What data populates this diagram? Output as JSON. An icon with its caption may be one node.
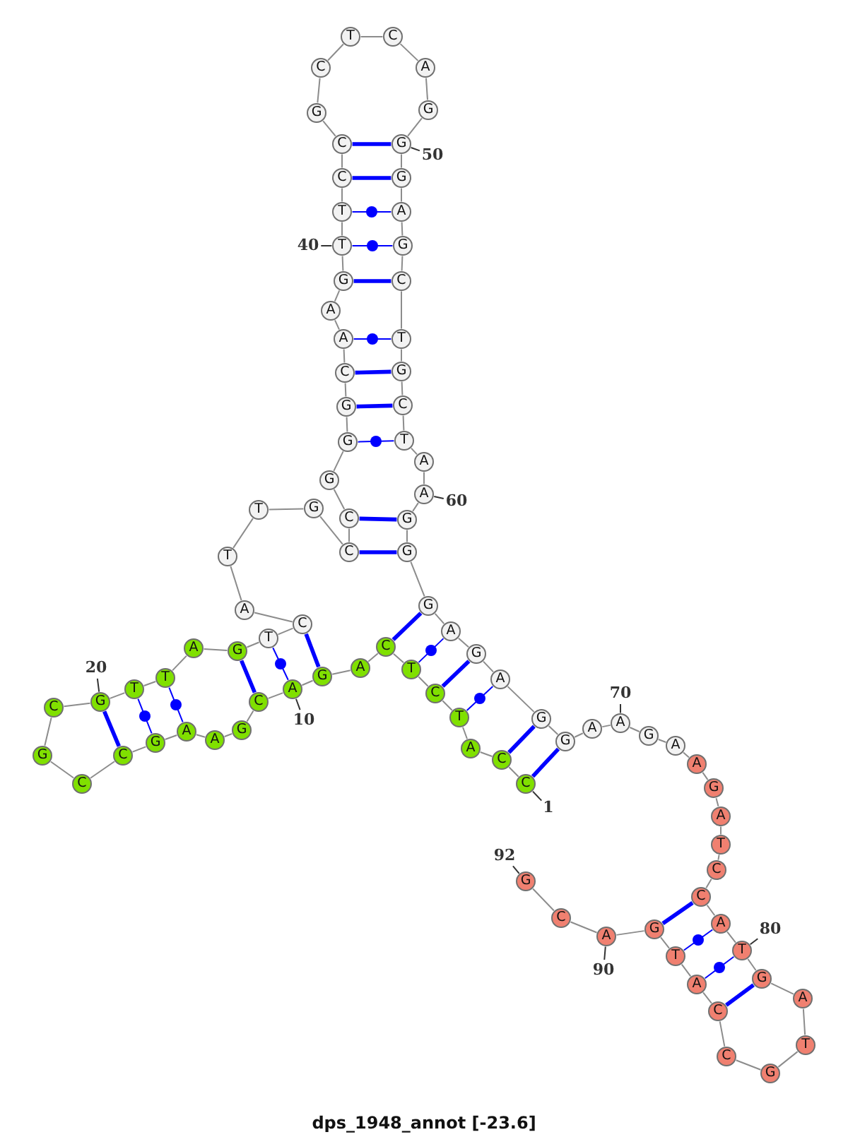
{
  "diagram": {
    "caption": "dps_1948_annot [-23.6]",
    "nodes": [
      {
        "text": [
          "C"
        ]
      },
      {
        "text": [
          "C"
        ]
      },
      {
        "text": [
          "A"
        ]
      },
      {
        "text": [
          "T"
        ]
      },
      {
        "text": [
          "C"
        ]
      },
      {
        "text": [
          "T"
        ]
      },
      {
        "text": [
          "C"
        ]
      },
      {
        "text": [
          "A"
        ]
      },
      {
        "text": [
          "G"
        ]
      },
      {
        "text": [
          "A"
        ]
      },
      {
        "text": [
          "C"
        ]
      },
      {
        "text": [
          "G"
        ]
      },
      {
        "text": [
          "A"
        ]
      },
      {
        "text": [
          "A"
        ]
      },
      {
        "text": [
          "G"
        ]
      },
      {
        "text": [
          "C"
        ]
      },
      {
        "text": [
          "C"
        ]
      },
      {
        "text": [
          "G"
        ]
      },
      {
        "text": [
          "C"
        ]
      },
      {
        "text": [
          "G"
        ]
      },
      {
        "text": [
          "T"
        ]
      },
      {
        "text": [
          "T"
        ]
      },
      {
        "text": [
          "A"
        ]
      },
      {
        "text": [
          "G"
        ]
      },
      {
        "text": [
          "T"
        ]
      },
      {
        "text": [
          "C"
        ]
      },
      {
        "text": [
          "A"
        ]
      },
      {
        "text": [
          "T"
        ]
      },
      {
        "text": [
          "T"
        ]
      },
      {
        "text": [
          "G"
        ]
      },
      {
        "text": [
          "C"
        ]
      },
      {
        "text": [
          "C"
        ]
      },
      {
        "text": [
          "G"
        ]
      },
      {
        "text": [
          "G"
        ]
      },
      {
        "text": [
          "G"
        ]
      },
      {
        "text": [
          "C"
        ]
      },
      {
        "text": [
          "A"
        ]
      },
      {
        "text": [
          "A"
        ]
      },
      {
        "text": [
          "G"
        ]
      },
      {
        "text": [
          "T"
        ]
      },
      {
        "text": [
          "T"
        ]
      },
      {
        "text": [
          "C"
        ]
      },
      {
        "text": [
          "C"
        ]
      },
      {
        "text": [
          "G"
        ]
      },
      {
        "text": [
          "C"
        ]
      },
      {
        "text": [
          "T"
        ]
      },
      {
        "text": [
          "C"
        ]
      },
      {
        "text": [
          "A"
        ]
      },
      {
        "text": [
          "G"
        ]
      },
      {
        "text": [
          "G"
        ]
      },
      {
        "text": [
          "G"
        ]
      },
      {
        "text": [
          "A"
        ]
      },
      {
        "text": [
          "G"
        ]
      },
      {
        "text": [
          "C"
        ]
      },
      {
        "text": [
          "T"
        ]
      },
      {
        "text": [
          "G"
        ]
      },
      {
        "text": [
          "C"
        ]
      },
      {
        "text": [
          "T"
        ]
      },
      {
        "text": [
          "A"
        ]
      },
      {
        "text": [
          "A"
        ]
      },
      {
        "text": [
          "G"
        ]
      },
      {
        "text": [
          "G"
        ]
      },
      {
        "text": [
          "G"
        ]
      },
      {
        "text": [
          "A"
        ]
      },
      {
        "text": [
          "G"
        ]
      },
      {
        "text": [
          "A"
        ]
      },
      {
        "text": [
          "G"
        ]
      },
      {
        "text": [
          "G"
        ]
      },
      {
        "text": [
          "A"
        ]
      },
      {
        "text": [
          "A"
        ]
      },
      {
        "text": [
          "G"
        ]
      },
      {
        "text": [
          "A"
        ]
      },
      {
        "text": [
          "A"
        ]
      },
      {
        "text": [
          "G"
        ]
      },
      {
        "text": [
          "A"
        ]
      },
      {
        "text": [
          "T"
        ]
      },
      {
        "text": [
          "C"
        ]
      },
      {
        "text": [
          "C"
        ]
      },
      {
        "text": [
          "A"
        ]
      },
      {
        "text": [
          "T"
        ]
      },
      {
        "text": [
          "G"
        ]
      },
      {
        "text": [
          "A"
        ]
      },
      {
        "text": [
          "T"
        ]
      },
      {
        "text": [
          "G"
        ]
      },
      {
        "text": [
          "C"
        ]
      },
      {
        "text": [
          "C"
        ]
      },
      {
        "text": [
          "A"
        ]
      },
      {
        "text": [
          "T"
        ]
      },
      {
        "text": [
          "G"
        ]
      },
      {
        "text": [
          "A"
        ]
      },
      {
        "text": [
          "C"
        ]
      },
      {
        "text": [
          "G"
        ]
      },
      {
        "text": [
          "1"
        ]
      },
      {
        "text": [
          "10"
        ]
      },
      {
        "text": [
          "20"
        ]
      },
      {
        "text": [
          "40"
        ]
      },
      {
        "text": [
          "50"
        ]
      },
      {
        "text": [
          "60"
        ]
      },
      {
        "text": [
          "70"
        ]
      },
      {
        "text": [
          "80"
        ]
      },
      {
        "text": [
          "90"
        ]
      },
      {
        "text": [
          "92"
        ]
      }
    ],
    "edges": [
      {
        "from": 0,
        "to": 1,
        "arrow": "none"
      },
      {
        "from": 1,
        "to": 2,
        "arrow": "none"
      },
      {
        "from": 2,
        "to": 3,
        "arrow": "none"
      },
      {
        "from": 3,
        "to": 4,
        "arrow": "none"
      },
      {
        "from": 4,
        "to": 5,
        "arrow": "none"
      },
      {
        "from": 5,
        "to": 6,
        "arrow": "none"
      },
      {
        "from": 6,
        "to": 7,
        "arrow": "none"
      },
      {
        "from": 7,
        "to": 8,
        "arrow": "none"
      },
      {
        "from": 8,
        "to": 9,
        "arrow": "none"
      },
      {
        "from": 9,
        "to": 10,
        "arrow": "none"
      },
      {
        "from": 10,
        "to": 11,
        "arrow": "none"
      },
      {
        "from": 11,
        "to": 12,
        "arrow": "none"
      },
      {
        "from": 12,
        "to": 13,
        "arrow": "none"
      },
      {
        "from": 13,
        "to": 14,
        "arrow": "none"
      },
      {
        "from": 14,
        "to": 15,
        "arrow": "none"
      },
      {
        "from": 15,
        "to": 16,
        "arrow": "none"
      },
      {
        "from": 16,
        "to": 17,
        "arrow": "none"
      },
      {
        "from": 17,
        "to": 18,
        "arrow": "none"
      },
      {
        "from": 18,
        "to": 19,
        "arrow": "none"
      },
      {
        "from": 19,
        "to": 20,
        "arrow": "none"
      },
      {
        "from": 20,
        "to": 21,
        "arrow": "none"
      },
      {
        "from": 21,
        "to": 22,
        "arrow": "none"
      },
      {
        "from": 22,
        "to": 23,
        "arrow": "none"
      },
      {
        "from": 23,
        "to": 24,
        "arrow": "none"
      },
      {
        "from": 24,
        "to": 25,
        "arrow": "none"
      },
      {
        "from": 25,
        "to": 26,
        "arrow": "none"
      },
      {
        "from": 26,
        "to": 27,
        "arrow": "none"
      },
      {
        "from": 27,
        "to": 28,
        "arrow": "none"
      },
      {
        "from": 28,
        "to": 29,
        "arrow": "none"
      },
      {
        "from": 29,
        "to": 30,
        "arrow": "none"
      },
      {
        "from": 30,
        "to": 31,
        "arrow": "none"
      },
      {
        "from": 31,
        "to": 32,
        "arrow": "none"
      },
      {
        "from": 32,
        "to": 33,
        "arrow": "none"
      },
      {
        "from": 33,
        "to": 34,
        "arrow": "none"
      },
      {
        "from": 34,
        "to": 35,
        "arrow": "none"
      },
      {
        "from": 35,
        "to": 36,
        "arrow": "none"
      },
      {
        "from": 36,
        "to": 37,
        "arrow": "none"
      },
      {
        "from": 37,
        "to": 38,
        "arrow": "none"
      },
      {
        "from": 38,
        "to": 39,
        "arrow": "none"
      },
      {
        "from": 39,
        "to": 40,
        "arrow": "none"
      },
      {
        "from": 40,
        "to": 41,
        "arrow": "none"
      },
      {
        "from": 41,
        "to": 42,
        "arrow": "none"
      },
      {
        "from": 42,
        "to": 43,
        "arrow": "none"
      },
      {
        "from": 43,
        "to": 44,
        "arrow": "none"
      },
      {
        "from": 44,
        "to": 45,
        "arrow": "none"
      },
      {
        "from": 45,
        "to": 46,
        "arrow": "none"
      },
      {
        "from": 46,
        "to": 47,
        "arrow": "none"
      },
      {
        "from": 47,
        "to": 48,
        "arrow": "none"
      },
      {
        "from": 48,
        "to": 49,
        "arrow": "none"
      },
      {
        "from": 49,
        "to": 50,
        "arrow": "none"
      },
      {
        "from": 50,
        "to": 51,
        "arrow": "none"
      },
      {
        "from": 51,
        "to": 52,
        "arrow": "none"
      },
      {
        "from": 52,
        "to": 53,
        "arrow": "none"
      },
      {
        "from": 53,
        "to": 54,
        "arrow": "none"
      },
      {
        "from": 54,
        "to": 55,
        "arrow": "none"
      },
      {
        "from": 55,
        "to": 56,
        "arrow": "none"
      },
      {
        "from": 56,
        "to": 57,
        "arrow": "none"
      },
      {
        "from": 57,
        "to": 58,
        "arrow": "none"
      },
      {
        "from": 58,
        "to": 59,
        "arrow": "none"
      },
      {
        "from": 59,
        "to": 60,
        "arrow": "none"
      },
      {
        "from": 60,
        "to": 61,
        "arrow": "none"
      },
      {
        "from": 61,
        "to": 62,
        "arrow": "none"
      },
      {
        "from": 62,
        "to": 63,
        "arrow": "none"
      },
      {
        "from": 63,
        "to": 64,
        "arrow": "none"
      },
      {
        "from": 64,
        "to": 65,
        "arrow": "none"
      },
      {
        "from": 65,
        "to": 66,
        "arrow": "none"
      },
      {
        "from": 66,
        "to": 67,
        "arrow": "none"
      },
      {
        "from": 67,
        "to": 68,
        "arrow": "none"
      },
      {
        "from": 68,
        "to": 69,
        "arrow": "none"
      },
      {
        "from": 69,
        "to": 70,
        "arrow": "none"
      },
      {
        "from": 70,
        "to": 71,
        "arrow": "none"
      },
      {
        "from": 71,
        "to": 72,
        "arrow": "none"
      },
      {
        "from": 72,
        "to": 73,
        "arrow": "none"
      },
      {
        "from": 73,
        "to": 74,
        "arrow": "none"
      },
      {
        "from": 74,
        "to": 75,
        "arrow": "none"
      },
      {
        "from": 75,
        "to": 76,
        "arrow": "none"
      },
      {
        "from": 76,
        "to": 77,
        "arrow": "none"
      },
      {
        "from": 77,
        "to": 78,
        "arrow": "none"
      },
      {
        "from": 78,
        "to": 79,
        "arrow": "none"
      },
      {
        "from": 79,
        "to": 80,
        "arrow": "none"
      },
      {
        "from": 80,
        "to": 81,
        "arrow": "none"
      },
      {
        "from": 81,
        "to": 82,
        "arrow": "none"
      },
      {
        "from": 82,
        "to": 83,
        "arrow": "none"
      },
      {
        "from": 83,
        "to": 84,
        "arrow": "none"
      },
      {
        "from": 84,
        "to": 85,
        "arrow": "none"
      },
      {
        "from": 85,
        "to": 86,
        "arrow": "none"
      },
      {
        "from": 86,
        "to": 87,
        "arrow": "none"
      },
      {
        "from": 87,
        "to": 88,
        "arrow": "none"
      },
      {
        "from": 88,
        "to": 89,
        "arrow": "none"
      },
      {
        "from": 89,
        "to": 90,
        "arrow": "none"
      },
      {
        "from": 90,
        "to": 91,
        "arrow": "none"
      },
      {
        "from": 0,
        "to": 67,
        "arrow": "none",
        "style": "thick",
        "color": "#0000ff"
      },
      {
        "from": 1,
        "to": 66,
        "arrow": "none",
        "style": "thick",
        "color": "#0000ff"
      },
      {
        "from": 3,
        "to": 65,
        "arrow": "none",
        "color": "#0000ff"
      },
      {
        "from": 4,
        "to": 64,
        "arrow": "none",
        "style": "thick",
        "color": "#0000ff"
      },
      {
        "from": 5,
        "to": 63,
        "arrow": "none",
        "color": "#0000ff"
      },
      {
        "from": 6,
        "to": 62,
        "arrow": "none",
        "style": "thick",
        "color": "#0000ff"
      },
      {
        "from": 8,
        "to": 25,
        "arrow": "none",
        "style": "thick",
        "color": "#0000ff"
      },
      {
        "from": 9,
        "to": 24,
        "arrow": "none",
        "color": "#0000ff"
      },
      {
        "from": 10,
        "to": 23,
        "arrow": "none",
        "style": "thick",
        "color": "#0000ff"
      },
      {
        "from": 13,
        "to": 21,
        "arrow": "none",
        "color": "#0000ff"
      },
      {
        "from": 14,
        "to": 20,
        "arrow": "none",
        "color": "#0000ff"
      },
      {
        "from": 15,
        "to": 19,
        "arrow": "none",
        "style": "thick",
        "color": "#0000ff"
      },
      {
        "from": 30,
        "to": 61,
        "arrow": "none",
        "style": "thick",
        "color": "#0000ff"
      },
      {
        "from": 31,
        "to": 60,
        "arrow": "none",
        "style": "thick",
        "color": "#0000ff"
      },
      {
        "from": 33,
        "to": 57,
        "arrow": "none",
        "color": "#0000ff"
      },
      {
        "from": 34,
        "to": 56,
        "arrow": "none",
        "style": "thick",
        "color": "#0000ff"
      },
      {
        "from": 35,
        "to": 55,
        "arrow": "none",
        "style": "thick",
        "color": "#0000ff"
      },
      {
        "from": 36,
        "to": 54,
        "arrow": "none",
        "color": "#0000ff"
      },
      {
        "from": 38,
        "to": 53,
        "arrow": "none",
        "style": "thick",
        "color": "#0000ff"
      },
      {
        "from": 39,
        "to": 52,
        "arrow": "none",
        "color": "#0000ff"
      },
      {
        "from": 40,
        "to": 51,
        "arrow": "none",
        "color": "#0000ff"
      },
      {
        "from": 41,
        "to": 50,
        "arrow": "none",
        "style": "thick",
        "color": "#0000ff"
      },
      {
        "from": 42,
        "to": 49,
        "arrow": "none",
        "style": "thick",
        "color": "#0000ff"
      },
      {
        "from": 77,
        "to": 88,
        "arrow": "none",
        "style": "thick",
        "color": "#0000ff"
      },
      {
        "from": 78,
        "to": 87,
        "arrow": "none",
        "color": "#0000ff"
      },
      {
        "from": 79,
        "to": 86,
        "arrow": "none",
        "color": "#0000ff"
      },
      {
        "from": 80,
        "to": 85,
        "arrow": "none",
        "style": "thick",
        "color": "#0000ff"
      },
      {
        "from": 92,
        "to": 0,
        "arrow": "none",
        "color": "#333333"
      },
      {
        "from": 93,
        "to": 9,
        "arrow": "none",
        "color": "#333333"
      },
      {
        "from": 94,
        "to": 19,
        "arrow": "none",
        "color": "#333333"
      },
      {
        "from": 95,
        "to": 39,
        "arrow": "none",
        "color": "#333333"
      },
      {
        "from": 96,
        "to": 49,
        "arrow": "none",
        "color": "#333333"
      },
      {
        "from": 97,
        "to": 59,
        "arrow": "none",
        "color": "#333333"
      },
      {
        "from": 98,
        "to": 69,
        "arrow": "none",
        "color": "#333333"
      },
      {
        "from": 99,
        "to": 79,
        "arrow": "none",
        "color": "#333333"
      },
      {
        "from": 100,
        "to": 89,
        "arrow": "none",
        "color": "#333333"
      },
      {
        "from": 101,
        "to": 91,
        "arrow": "none",
        "color": "#333333"
      }
    ]
  }
}
